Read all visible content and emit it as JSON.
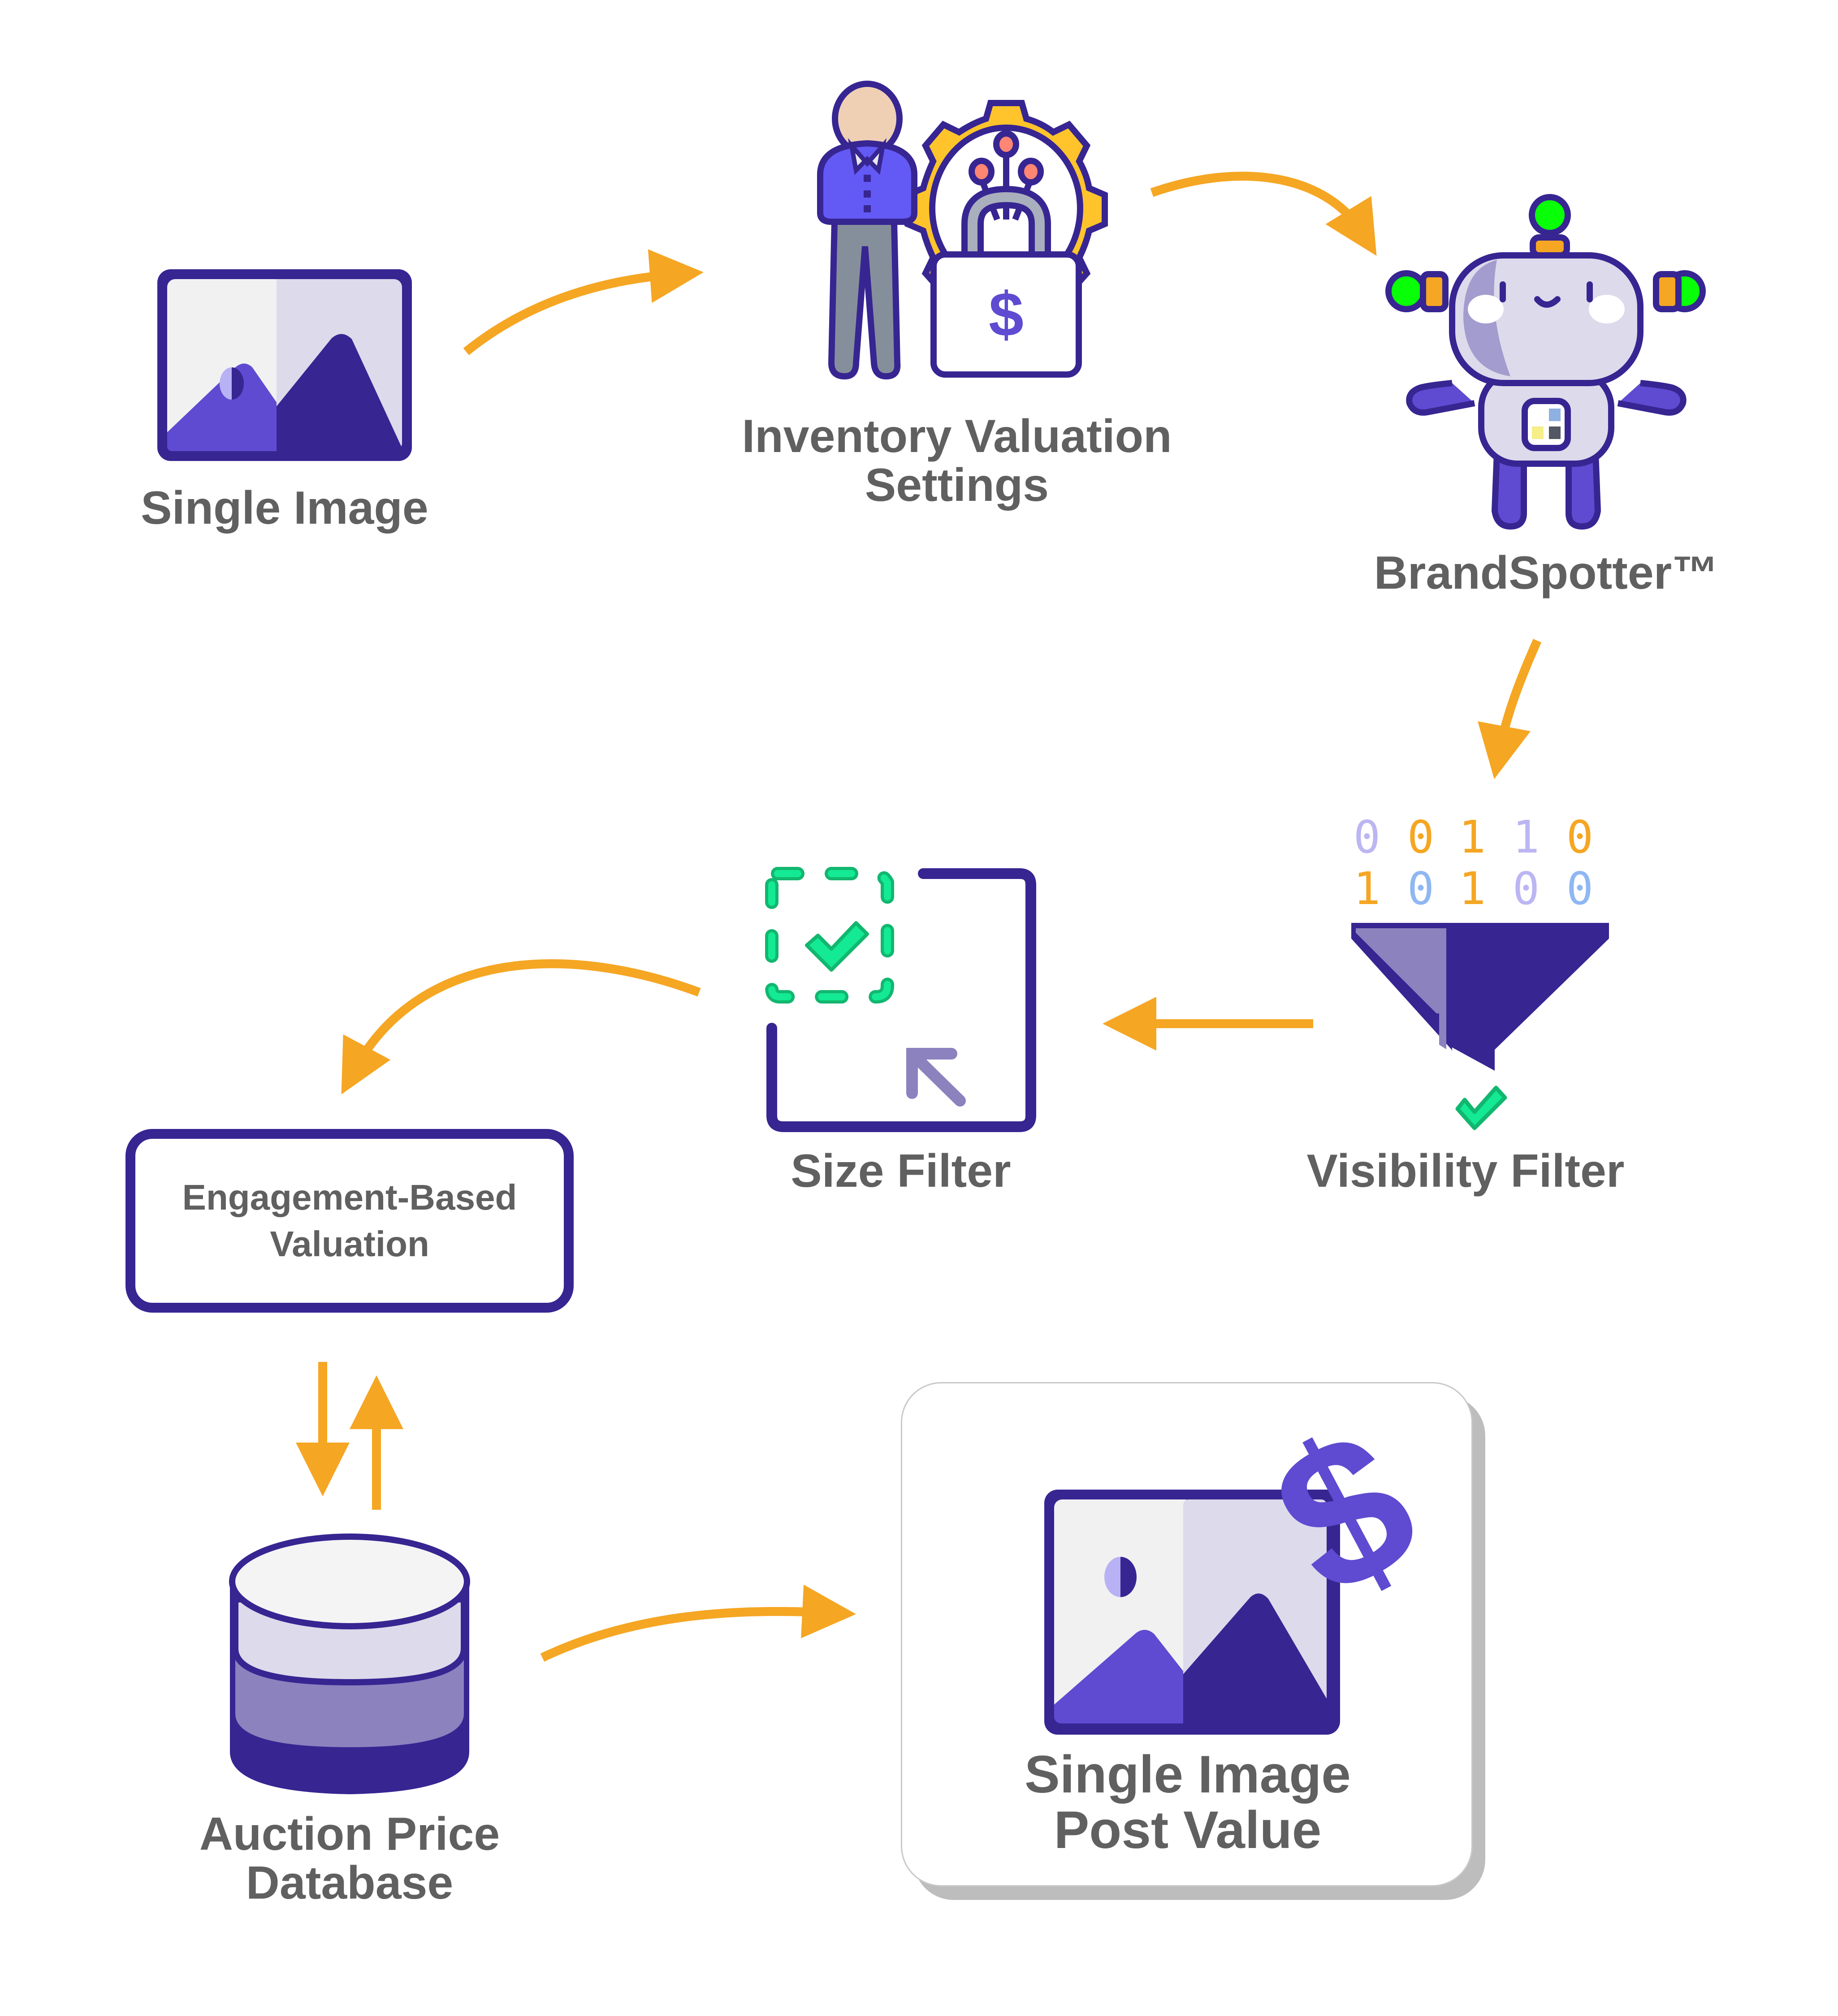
{
  "colors": {
    "arrow": "#F5A623",
    "outline": "#372592",
    "label_text": "#606060",
    "accent_purple": "#5E4BD1",
    "light_purple": "#DDDAEB",
    "mid_purple": "#8C82BE",
    "green": "#14E993",
    "green_outline": "#12B76F",
    "gear_yellow": "#FFC42B"
  },
  "nodes": {
    "single_image": {
      "label": "Single Image",
      "icon": "image-icon"
    },
    "inventory_settings": {
      "label_line1": "Inventory Valuation",
      "label_line2": "Settings",
      "icon": "person-gear-lock-icon"
    },
    "brandspotter": {
      "label": "BrandSpotter™",
      "icon": "robot-icon"
    },
    "visibility_filter": {
      "label": "Visibility Filter",
      "icon": "funnel-icon",
      "binary_rows": [
        [
          "0",
          "0",
          "1",
          "1",
          "0"
        ],
        [
          "1",
          "0",
          "1",
          "0",
          "0"
        ]
      ],
      "binary_colors": [
        [
          "#BBB6F2",
          "#F5A623",
          "#F5A623",
          "#BBB6F2",
          "#F5A623"
        ],
        [
          "#F5A623",
          "#8FB7F2",
          "#F5A623",
          "#BBB6F2",
          "#8FB7F2"
        ]
      ]
    },
    "size_filter": {
      "label": "Size Filter",
      "icon": "resize-select-icon"
    },
    "engagement_valuation": {
      "label_line1": "Engagement-Based",
      "label_line2": "Valuation"
    },
    "auction_db": {
      "label_line1": "Auction Price",
      "label_line2": "Database",
      "icon": "database-icon"
    },
    "post_value": {
      "label_line1": "Single Image",
      "label_line2": "Post Value",
      "icon": "image-dollar-icon"
    }
  },
  "flow": [
    "Single Image",
    "Inventory Valuation Settings",
    "BrandSpotter™",
    "Visibility Filter",
    "Size Filter",
    "Engagement-Based Valuation",
    "Auction Price Database",
    "Single Image Post Value"
  ]
}
